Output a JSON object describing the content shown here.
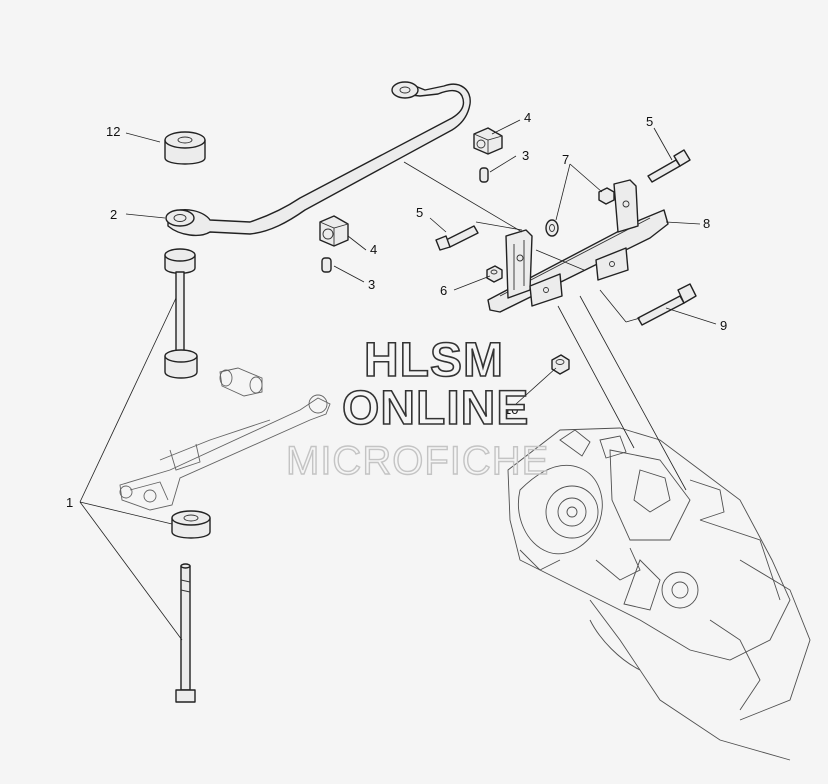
{
  "callouts": {
    "c1": "1",
    "c2": "2",
    "c3a": "3",
    "c3b": "3",
    "c4a": "4",
    "c4b": "4",
    "c5a": "5",
    "c5b": "5",
    "c6": "6",
    "c7": "7",
    "c8": "8",
    "c9": "9",
    "c10": "10",
    "c12": "12"
  },
  "watermark": {
    "line1": "HLSM",
    "line2": "ONLINE",
    "line3": "MICROFICHE"
  }
}
